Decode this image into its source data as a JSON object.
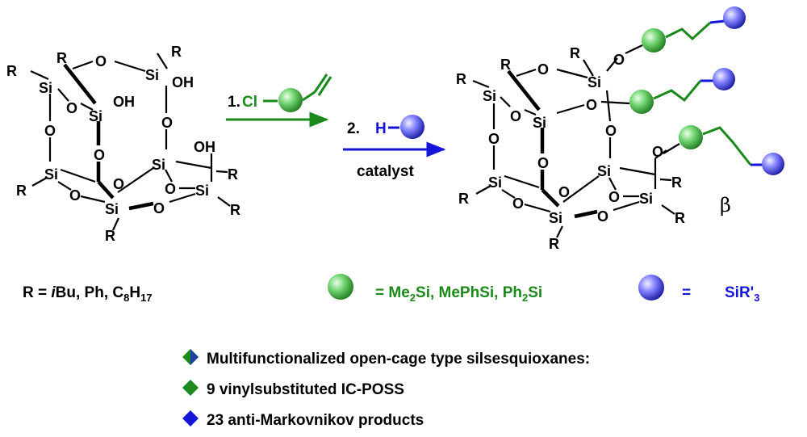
{
  "atoms": {
    "si": "Si",
    "o": "O",
    "r": "R",
    "oh": "OH"
  },
  "reaction": {
    "step1_num": "1.",
    "step1_reagent": "Cl",
    "step2_num": "2.",
    "step2_reagent": "H",
    "catalyst": "catalyst"
  },
  "product": {
    "beta": "β"
  },
  "legend": {
    "r_def_prefix": "R = ",
    "r_def_ibu_i": "i",
    "r_def_ibu": "Bu, Ph, C",
    "r_def_sub8": "8",
    "r_def_h": "H",
    "r_def_sub17": "17",
    "green_ball_eq": "= Me",
    "green_sub2a": "2",
    "green_mid": "Si, MePhSi, Ph",
    "green_sub2b": "2",
    "green_end": "Si",
    "blue_ball_eq": "=",
    "blue_text": "SiR'",
    "blue_sub3": "3"
  },
  "bullets": [
    {
      "text": "Multifunctionalized open-cage type silsesquioxanes:",
      "marker": "diamond-green-blue"
    },
    {
      "text": "9 vinylsubstituted IC-POSS",
      "marker": "diamond-green"
    },
    {
      "text": "23 anti-Markovnikov products",
      "marker": "diamond-blue"
    }
  ],
  "colors": {
    "green": "#1a8a1a",
    "blue": "#1515d8",
    "black": "#000000"
  }
}
